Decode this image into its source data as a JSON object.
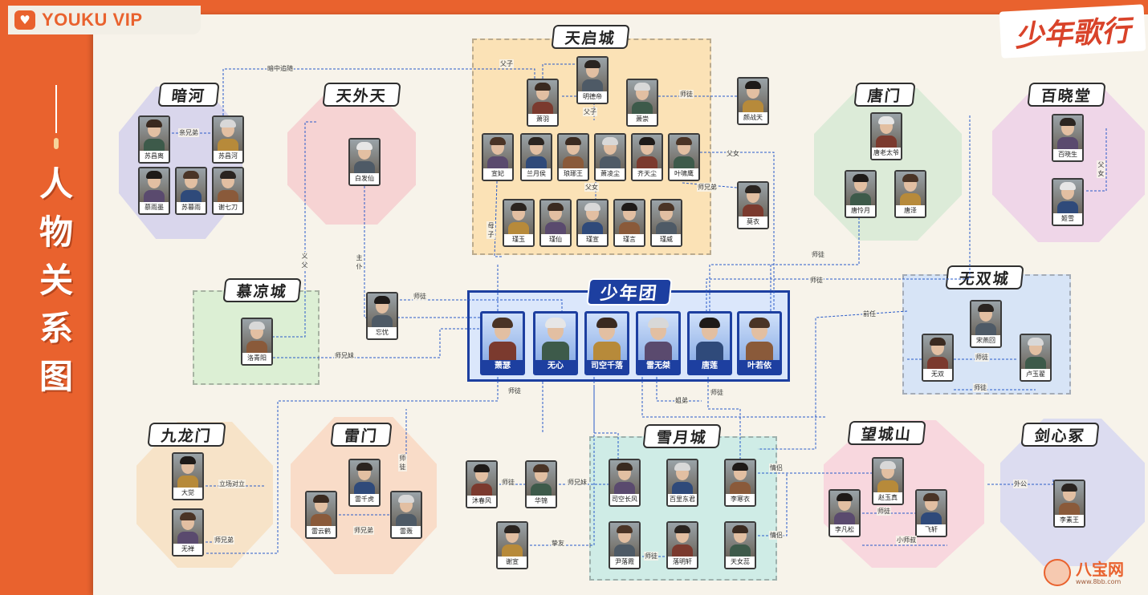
{
  "brand": {
    "name": "YOUKU VIP",
    "logo_icon": "heart-logo-icon"
  },
  "page_title_chars": [
    "人",
    "物",
    "关",
    "系",
    "图"
  ],
  "show_title": "少年歌行",
  "watermark": {
    "text": "八宝网",
    "url": "www.8bb.com"
  },
  "colors": {
    "accent": "#e9622e",
    "center_blue": "#1d3fa0",
    "line": "#2a5bc9"
  },
  "groups": [
    {
      "id": "tianqi",
      "name": "天启城",
      "color": "#fbe2b6",
      "shape": "rect"
    },
    {
      "id": "anhe",
      "name": "暗河",
      "color": "#d9d6ec",
      "shape": "blob"
    },
    {
      "id": "tianwai",
      "name": "天外天",
      "color": "#f6d3d3",
      "shape": "blob"
    },
    {
      "id": "tangmen",
      "name": "唐门",
      "color": "#dcebd8",
      "shape": "blob"
    },
    {
      "id": "baixiao",
      "name": "百晓堂",
      "color": "#efd6e8",
      "shape": "blob"
    },
    {
      "id": "muliang",
      "name": "慕凉城",
      "color": "#dcefd4",
      "shape": "rect"
    },
    {
      "id": "shaonian",
      "name": "少年团",
      "color": "#dbe7fb",
      "shape": "rect"
    },
    {
      "id": "wushuang",
      "name": "无双城",
      "color": "#d7e4f6",
      "shape": "rect"
    },
    {
      "id": "jiulong",
      "name": "九龙门",
      "color": "#f7e3c8",
      "shape": "blob"
    },
    {
      "id": "leimen",
      "name": "雷门",
      "color": "#f9dcc8",
      "shape": "blob"
    },
    {
      "id": "xueyue",
      "name": "雪月城",
      "color": "#cfece6",
      "shape": "rect"
    },
    {
      "id": "wangcheng",
      "name": "望城山",
      "color": "#f8d7de",
      "shape": "blob"
    },
    {
      "id": "jianxin",
      "name": "剑心冢",
      "color": "#dcdcf0",
      "shape": "blob"
    }
  ],
  "characters": [
    {
      "id": "mingde",
      "name": "明德帝"
    },
    {
      "id": "xiaoyu",
      "name": "萧羽"
    },
    {
      "id": "xiaochong",
      "name": "萧崇"
    },
    {
      "id": "yanzhan",
      "name": "颜战天"
    },
    {
      "id": "xuanfei",
      "name": "宣妃"
    },
    {
      "id": "lanyue",
      "name": "兰月侯"
    },
    {
      "id": "langya",
      "name": "琅琊王"
    },
    {
      "id": "xiaolingchen",
      "name": "萧凌尘"
    },
    {
      "id": "qitianchen",
      "name": "齐天尘"
    },
    {
      "id": "yexiaoying",
      "name": "叶啸鹰"
    },
    {
      "id": "jinyu",
      "name": "瑾玉"
    },
    {
      "id": "jinxian",
      "name": "瑾仙"
    },
    {
      "id": "jinxuan",
      "name": "瑾宣"
    },
    {
      "id": "jinyan",
      "name": "瑾言"
    },
    {
      "id": "jinwei",
      "name": "瑾威"
    },
    {
      "id": "moyi",
      "name": "莫衣"
    },
    {
      "id": "suchangli",
      "name": "苏昌离"
    },
    {
      "id": "suchanghe",
      "name": "苏昌河"
    },
    {
      "id": "muyumo",
      "name": "慕雨墨"
    },
    {
      "id": "sumuyu",
      "name": "苏暮雨"
    },
    {
      "id": "xieqidao",
      "name": "谢七刀"
    },
    {
      "id": "baifa",
      "name": "白发仙"
    },
    {
      "id": "tanglaotai",
      "name": "唐老太爷"
    },
    {
      "id": "tanglianyue",
      "name": "唐怜月"
    },
    {
      "id": "tangze",
      "name": "唐泽"
    },
    {
      "id": "baixiaosheng",
      "name": "百晓生"
    },
    {
      "id": "jixue",
      "name": "姬雪"
    },
    {
      "id": "luoqingyang",
      "name": "洛青阳"
    },
    {
      "id": "wangyou",
      "name": "忘忧"
    },
    {
      "id": "xiaose",
      "name": "萧瑟",
      "main": true
    },
    {
      "id": "wuxin",
      "name": "无心",
      "main": true
    },
    {
      "id": "sikong",
      "name": "司空千落",
      "main": true
    },
    {
      "id": "leiwujie",
      "name": "雷无桀",
      "main": true
    },
    {
      "id": "tanglian",
      "name": "唐莲",
      "main": true
    },
    {
      "id": "yeruoyi",
      "name": "叶若依",
      "main": true
    },
    {
      "id": "songyanhui",
      "name": "宋燕回"
    },
    {
      "id": "wushuangc",
      "name": "无双"
    },
    {
      "id": "luyuzhai",
      "name": "卢玉翟"
    },
    {
      "id": "dajue",
      "name": "大觉"
    },
    {
      "id": "wuchan",
      "name": "无禅"
    },
    {
      "id": "leiqianhu",
      "name": "雷千虎"
    },
    {
      "id": "leiyunhe",
      "name": "雷云鹤"
    },
    {
      "id": "leihong",
      "name": "雷轰"
    },
    {
      "id": "muchunfeng",
      "name": "沐春风"
    },
    {
      "id": "huajin",
      "name": "华锦"
    },
    {
      "id": "xiexuan",
      "name": "谢宣"
    },
    {
      "id": "sikongchangfeng",
      "name": "司空长风"
    },
    {
      "id": "baili",
      "name": "百里东君"
    },
    {
      "id": "lihanyi",
      "name": "李寒衣"
    },
    {
      "id": "yinluoxia",
      "name": "尹落霞"
    },
    {
      "id": "luomingxuan",
      "name": "落明轩"
    },
    {
      "id": "tiannvrui",
      "name": "天女蕊"
    },
    {
      "id": "zhaoyuzhen",
      "name": "赵玉真"
    },
    {
      "id": "lifansong",
      "name": "李凡松"
    },
    {
      "id": "feixuan",
      "name": "飞轩"
    },
    {
      "id": "lisuwang",
      "name": "李素王"
    }
  ],
  "relations": [
    {
      "label": "暗中追随"
    },
    {
      "label": "父子"
    },
    {
      "label": "父子"
    },
    {
      "label": "师徒"
    },
    {
      "label": "亲兄弟"
    },
    {
      "label": "父女"
    },
    {
      "label": "父子"
    },
    {
      "label": "师兄弟"
    },
    {
      "label": "母子"
    },
    {
      "label": "义父"
    },
    {
      "label": "主仆"
    },
    {
      "label": "师徒"
    },
    {
      "label": "师兄妹"
    },
    {
      "label": "师徒"
    },
    {
      "label": "师徒"
    },
    {
      "label": "父女"
    },
    {
      "label": "师徒"
    },
    {
      "label": "前任"
    },
    {
      "label": "师徒"
    },
    {
      "label": "师兄弟"
    },
    {
      "label": "父女"
    },
    {
      "label": "师徒"
    },
    {
      "label": "姐弟"
    },
    {
      "label": "师徒"
    },
    {
      "label": "师徒"
    },
    {
      "label": "立场对立"
    },
    {
      "label": "师兄弟"
    },
    {
      "label": "师兄弟"
    },
    {
      "label": "师徒"
    },
    {
      "label": "师徒"
    },
    {
      "label": "师兄妹"
    },
    {
      "label": "挚友"
    },
    {
      "label": "情侣"
    },
    {
      "label": "情侣"
    },
    {
      "label": "师徒"
    },
    {
      "label": "外公"
    },
    {
      "label": "师徒"
    },
    {
      "label": "小师叔"
    }
  ]
}
